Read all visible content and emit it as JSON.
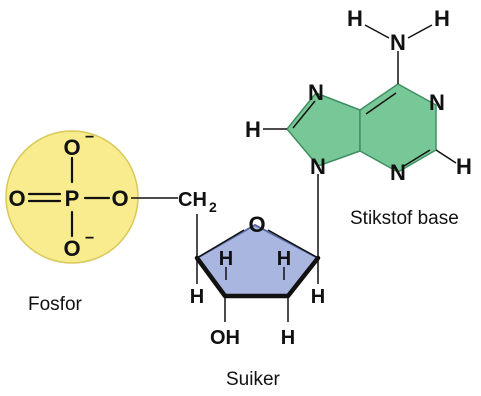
{
  "labels": {
    "phosphate": "Fosfor",
    "sugar": "Suiker",
    "base": "Stikstof base"
  },
  "phosphate": {
    "o_top": "O",
    "o_top_charge": "−",
    "o_left": "O",
    "p": "P",
    "o_right": "O",
    "o_bottom": "O",
    "o_bottom_charge": "−"
  },
  "sugar": {
    "ch": "CH",
    "ch_sub": "2",
    "o_ring": "O",
    "h_inner_left": "H",
    "h_inner_right": "H",
    "h_left": "H",
    "h_right": "H",
    "oh": "OH",
    "h_bottom": "H"
  },
  "base": {
    "h_top_left": "H",
    "h_top_right": "H",
    "n_amino": "N",
    "n_top_left": "N",
    "n_right_top": "N",
    "h_left": "H",
    "n_bottom_right": "N",
    "h_right": "H",
    "n_glycosidic": "N"
  },
  "colors": {
    "phosphate_fill": "#f8ec8e",
    "phosphate_stroke": "#d9c85a",
    "sugar_fill": "#a9b6df",
    "sugar_stroke": "#5c6aa3",
    "base_fill": "#78c897",
    "base_stroke": "#3f8f63"
  }
}
